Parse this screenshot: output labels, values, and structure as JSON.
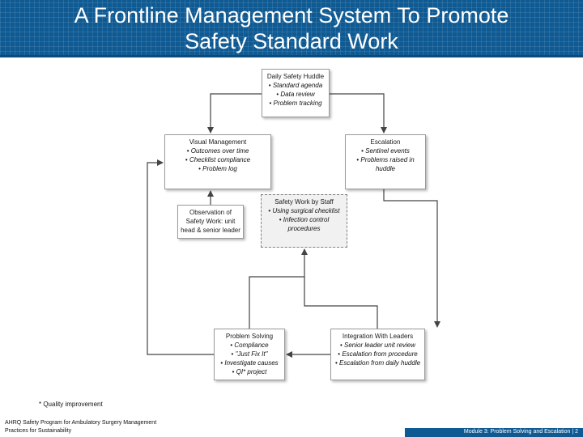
{
  "title": "A Frontline Management System To Promote\nSafety Standard Work",
  "nodes": {
    "daily_huddle": {
      "title": "Daily Safety Huddle",
      "items": [
        "Standard agenda",
        "Data review",
        "Problem tracking"
      ]
    },
    "visual_mgmt": {
      "title": "Visual Management",
      "items": [
        "Outcomes over time",
        "Checklist compliance",
        "Problem log"
      ]
    },
    "escalation": {
      "title": "Escalation",
      "items": [
        "Sentinel events",
        "Problems raised in huddle"
      ]
    },
    "observation": {
      "title": "Observation of Safety Work: unit head & senior leader"
    },
    "safety_work": {
      "title": "Safety Work by Staff",
      "items": [
        "Using surgical checklist",
        "Infection control procedures"
      ]
    },
    "problem_solving": {
      "title": "Problem Solving",
      "items": [
        "Compliance",
        "\"Just Fix It\"",
        "Investigate causes",
        "QI* project"
      ]
    },
    "integration": {
      "title": "Integration With Leaders",
      "items": [
        "Senior leader unit review",
        "Escalation from procedure",
        "Escalation from daily huddle"
      ]
    }
  },
  "footnote": "* Quality improvement",
  "source": "AHRQ Safety Program for Ambulatory Surgery Management Practices for Sustainability",
  "footer": "Module 3: Problem Solving and Escalation | 2",
  "colors": {
    "header": "#0f5a93",
    "arrow": "#444444"
  }
}
